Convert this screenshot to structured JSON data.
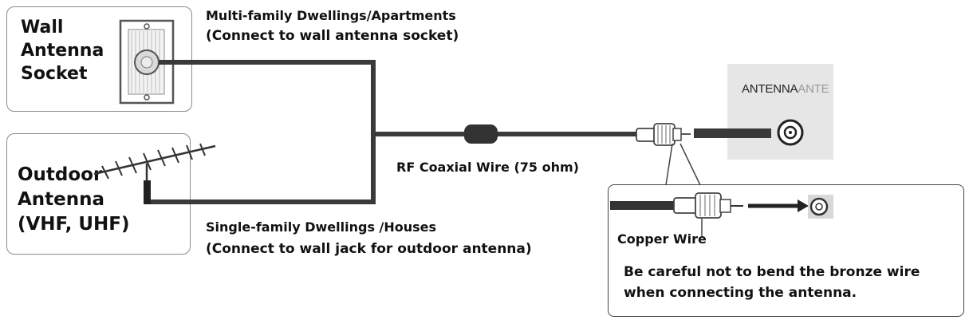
{
  "wall_socket": {
    "label": "Wall\nAntenna\nSocket"
  },
  "outdoor_antenna": {
    "label": "Outdoor\nAntenna\n(VHF, UHF)"
  },
  "multi_family": {
    "line1": "Multi-family Dwellings/Apartments",
    "line2": "(Connect to wall antenna socket)"
  },
  "single_family": {
    "line1": "Single-family Dwellings /Houses",
    "line2": "(Connect to wall jack for outdoor antenna)"
  },
  "cable": {
    "label": "RF Coaxial Wire (75 ohm)"
  },
  "tv_panel": {
    "port_label": "ANTENNA",
    "port_label_ghost": "ANTE"
  },
  "detail": {
    "copper_label": "Copper Wire",
    "caution": "Be careful not to bend the bronze wire\nwhen connecting the antenna."
  },
  "colors": {
    "cable": "#3a3a3a",
    "border": "#8c8c8c",
    "panel": "#e6e6e6"
  }
}
